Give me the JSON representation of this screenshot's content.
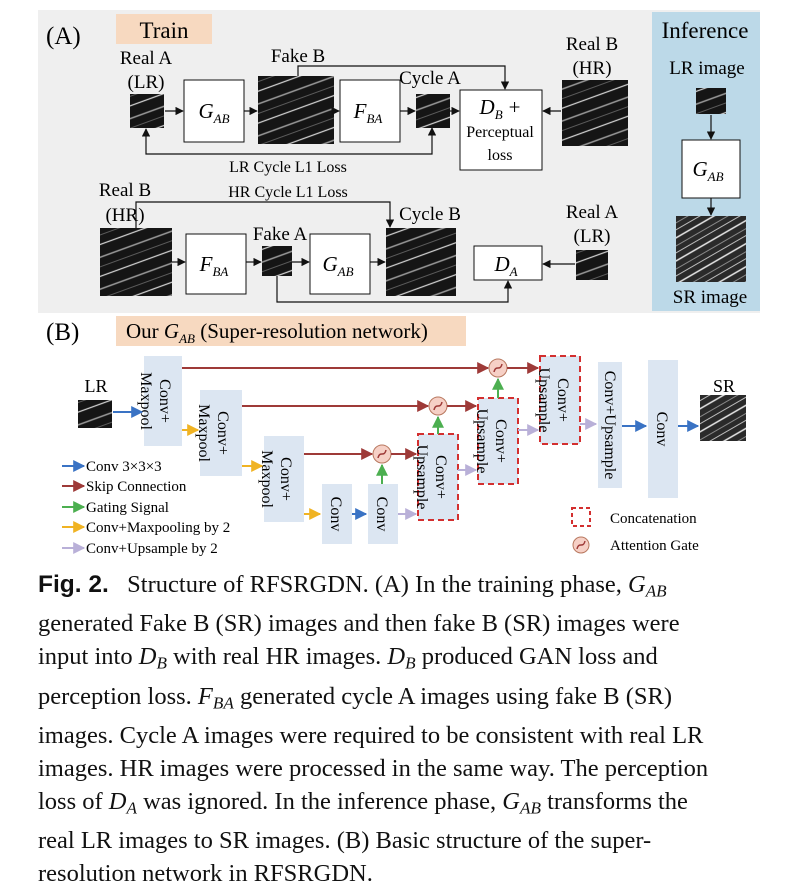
{
  "panel_a": {
    "label": "(A)",
    "train_title": "Train",
    "inference_title": "Inference",
    "real_a_1": "Real A",
    "real_a_1_sub": "(LR)",
    "fake_b": "Fake B",
    "cycle_a": "Cycle A",
    "real_b_1": "Real B",
    "real_b_1_sub": "(HR)",
    "gab_main": "G",
    "gab_sub": "AB",
    "fba_main": "F",
    "fba_sub": "BA",
    "db_main": "D",
    "db_sub": "B",
    "db_plus": "+",
    "perceptual_1": "Perceptual",
    "perceptual_2": "loss",
    "lr_cycle_loss": "LR Cycle L1 Loss",
    "hr_cycle_loss": "HR Cycle L1 Loss",
    "real_b_2": "Real B",
    "real_b_2_sub": "(HR)",
    "fake_a": "Fake A",
    "cycle_b": "Cycle B",
    "real_a_2": "Real A",
    "real_a_2_sub": "(LR)",
    "da_main": "D",
    "da_sub": "A",
    "lr_image": "LR image",
    "sr_image": "SR image"
  },
  "panel_b": {
    "label": "(B)",
    "title_prefix": "Our ",
    "title_g": "G",
    "title_sub": "AB",
    "title_suffix": " (Super-resolution network)",
    "lr": "LR",
    "sr": "SR",
    "conv_maxpool": "Conv+\nMaxpool",
    "conv": "Conv",
    "conv_upsample": "Conv+\nUpsample",
    "conv_upsample_single": "Conv+Upsample",
    "legend": [
      {
        "label": "Conv 3×3×3",
        "color": "#3a73c4"
      },
      {
        "label": "Skip Connection",
        "color": "#9e3a38"
      },
      {
        "label": "Gating Signal",
        "color": "#4caf50"
      },
      {
        "label": "Conv+Maxpooling by 2",
        "color": "#f0b323"
      },
      {
        "label": "Conv+Upsample by 2",
        "color": "#b9b0d8"
      }
    ],
    "concat_label": "Concatenation",
    "attention_label": "Attention Gate"
  },
  "caption": {
    "fig": "Fig. 2.",
    "l1": "Structure of RFSRGDN. (A) In the training phase, ",
    "l1_g": "G",
    "l1_g_sub": "AB",
    "l2": "generated Fake B (SR) images and then fake B (SR) images were",
    "l3a": "input into ",
    "l3_d": "D",
    "l3_d_sub": "B",
    "l3b": " with real HR images. ",
    "l3_d2": "D",
    "l3_d2_sub": "B",
    "l3c": " produced GAN loss and",
    "l4a": "perception loss. ",
    "l4_f": "F",
    "l4_f_sub": "BA",
    "l4b": " generated cycle A images using fake B (SR)",
    "l5": "images. Cycle A images were required to be consistent with real LR",
    "l6": "images. HR images were processed in the same way. The perception",
    "l7a": "loss of ",
    "l7_d": "D",
    "l7_d_sub": "A",
    "l7b": " was ignored. In the inference phase, ",
    "l7_g": "G",
    "l7_g_sub": "AB",
    "l7c": " transforms the",
    "l8": "real LR images to SR images. (B) Basic structure of the super-",
    "l9": "resolution network in RFSRGDN."
  },
  "colors": {
    "panel_a_bg": "#efefef",
    "inference_bg": "#bcd9e8",
    "title_tag": "#f7d9c0",
    "block": "#dce6f2"
  }
}
